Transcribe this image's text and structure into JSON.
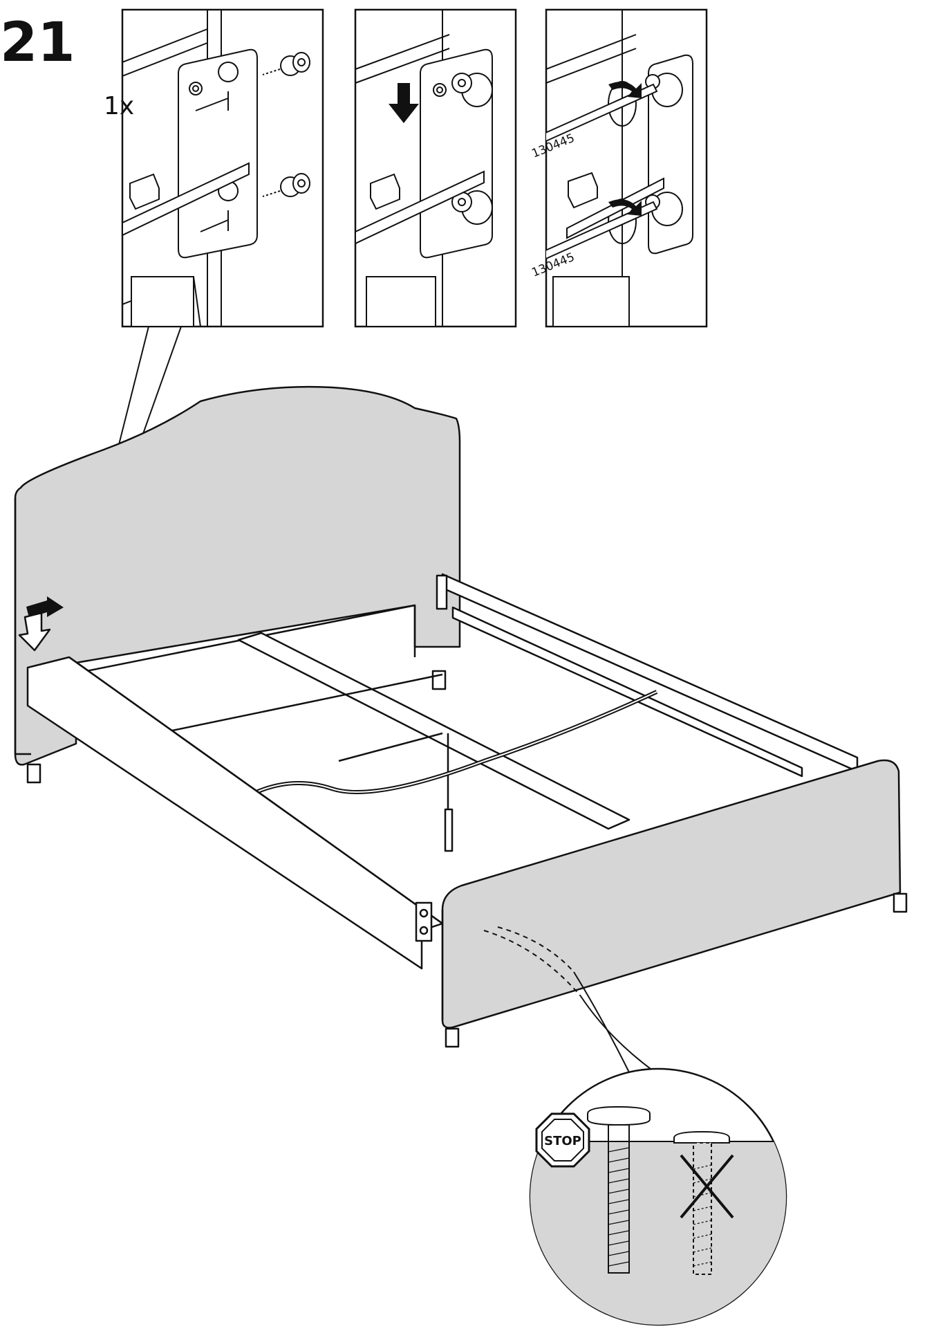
{
  "step": {
    "number": "21"
  },
  "detail_panels": {
    "quantity": "1x",
    "tool_part_number": "130445"
  },
  "warning": {
    "stop_label": "STOP"
  },
  "colors": {
    "line": "#111111",
    "fill": "#d6d6d6",
    "background": "#ffffff"
  }
}
